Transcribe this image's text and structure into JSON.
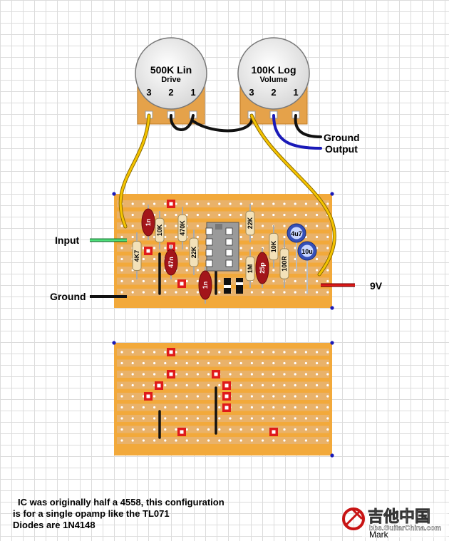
{
  "pots": [
    {
      "value": "500K Lin",
      "name": "Drive",
      "pins": [
        "3",
        "2",
        "1"
      ]
    },
    {
      "value": "100K Log",
      "name": "Volume",
      "pins": [
        "3",
        "2",
        "1"
      ]
    }
  ],
  "connections": {
    "ground_top": "Ground",
    "output": "Output",
    "input": "Input",
    "ground_left": "Ground",
    "supply": "9V"
  },
  "components": {
    "resistors": [
      "4K7",
      "10K",
      "470K",
      "22K",
      "22K",
      "10K",
      "100R",
      "1M"
    ],
    "capacitors": [
      "1n",
      "47n",
      "1n",
      "25p"
    ],
    "electrolytics": [
      "4u7",
      "10u"
    ]
  },
  "notes": [
    "IC was originally half a 4558, this configuration",
    "is for a single opamp like the TL071",
    "Diodes are 1N4148"
  ],
  "watermark": {
    "main": "吉他中国",
    "url": "bbs.GuitarChina.com",
    "corner_text": "Mark"
  },
  "colors": {
    "board": "#f2a93b",
    "strip": "#e9b26a",
    "wire_yellow": "#f5c400",
    "wire_blue": "#1a1ab8",
    "input_wire": "#2fc25a",
    "supply_wire": "#d21010"
  }
}
